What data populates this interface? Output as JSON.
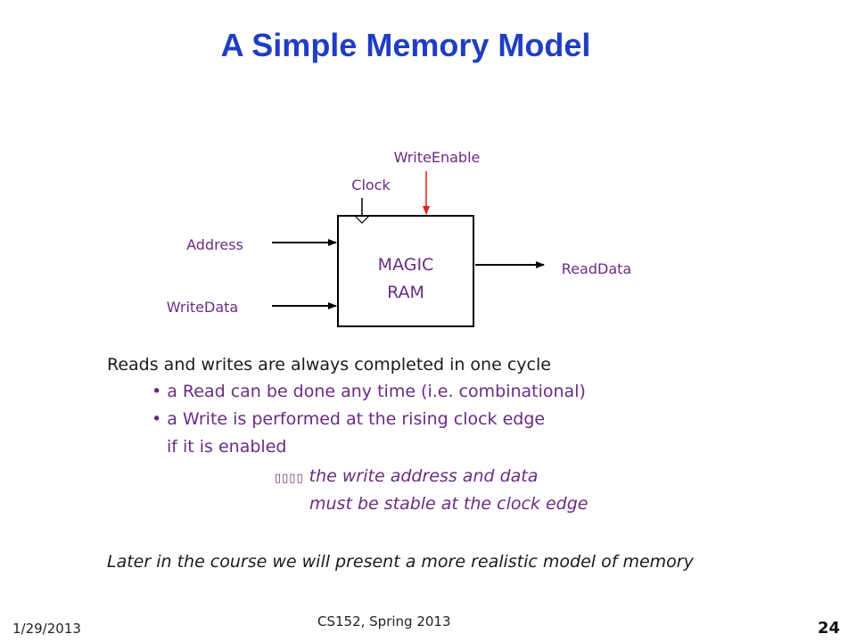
{
  "slide": {
    "title": "A Simple Memory Model"
  },
  "diagram": {
    "write_enable_label": "WriteEnable",
    "clock_label": "Clock",
    "address_label": "Address",
    "write_data_label": "WriteData",
    "read_data_label": "ReadData",
    "ram_line1": "MAGIC",
    "ram_line2": "RAM",
    "colors": {
      "signal_arrow": "#000000",
      "write_enable_arrow": "#e0201c",
      "label_text": "#6a2b84"
    }
  },
  "body": {
    "line1": "Reads and writes are always completed in one cycle",
    "bullet1": "• a Read can be done any time (i.e. combinational)",
    "bullet2": "• a Write is performed at the rising clock edge",
    "bullet2_cont": "if it is enabled",
    "note_line1": " the write address and data",
    "note_line2": "must be stable at the clock edge",
    "closing": "Later in the course we will present a more realistic model of memory"
  },
  "footer": {
    "date": "1/29/2013",
    "course": "CS152, Spring 2013",
    "page_number": "24"
  }
}
